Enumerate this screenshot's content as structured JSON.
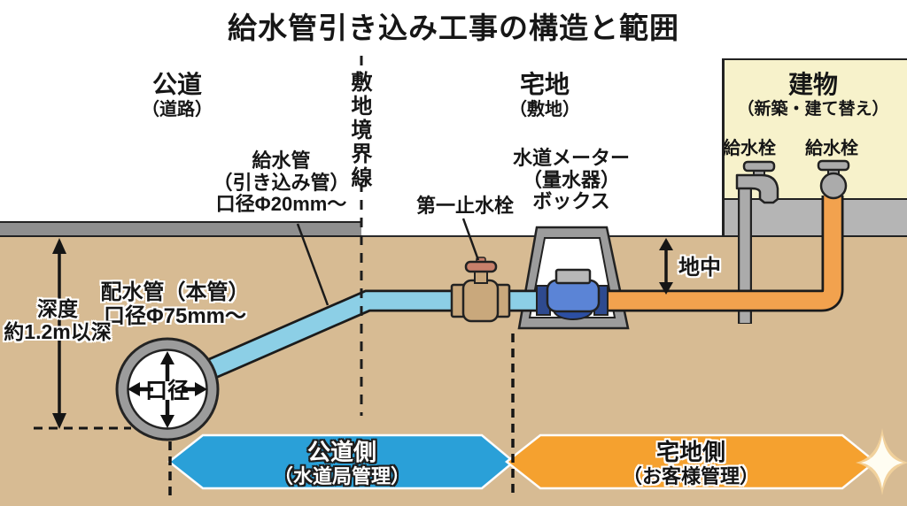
{
  "title": "給水管引き込み工事の構造と範囲",
  "regions": {
    "road": {
      "name": "公道",
      "sub": "（道路）"
    },
    "boundary_line": "敷地境界線",
    "lot": {
      "name": "宅地",
      "sub": "（敷地）"
    },
    "building": {
      "name": "建物",
      "sub": "（新築・建て替え）"
    }
  },
  "annotations": {
    "service_pipe": {
      "line1": "給水管",
      "line2": "（引き込み管）",
      "line3": "口径Φ20mm〜"
    },
    "stop_valve": "第一止水栓",
    "meter_box": {
      "line1": "水道メーター",
      "line2": "（量水器）",
      "line3": "ボックス"
    },
    "faucet_left": "給水栓",
    "faucet_right": "給水栓",
    "underground": "地中",
    "distribution_main": {
      "line1": "配水管（本管）",
      "line2": "口径Φ75mm〜"
    },
    "depth": {
      "line1": "深度",
      "line2": "約1.2m以深"
    },
    "bore_diameter": "口径"
  },
  "zones": {
    "road_side": {
      "name": "公道側",
      "manager": "（水道局管理）",
      "color": "#2aa0d8"
    },
    "lot_side": {
      "name": "宅地側",
      "manager": "（お客様管理）",
      "color": "#f5a12f"
    }
  },
  "colors": {
    "ground": "#d7bb93",
    "asphalt": "#8f8f8f",
    "building_fill": "#f7f2cb",
    "service_pipe_blue": "#8ccfe6",
    "lot_pipe_orange": "#f2a24e",
    "meter_blue": "#5b84d6",
    "meter_dark_blue": "#2c4fa3",
    "valve_body": "#c9a87c",
    "valve_handle": "#c8806b",
    "box_gray": "#9c9c9c"
  }
}
